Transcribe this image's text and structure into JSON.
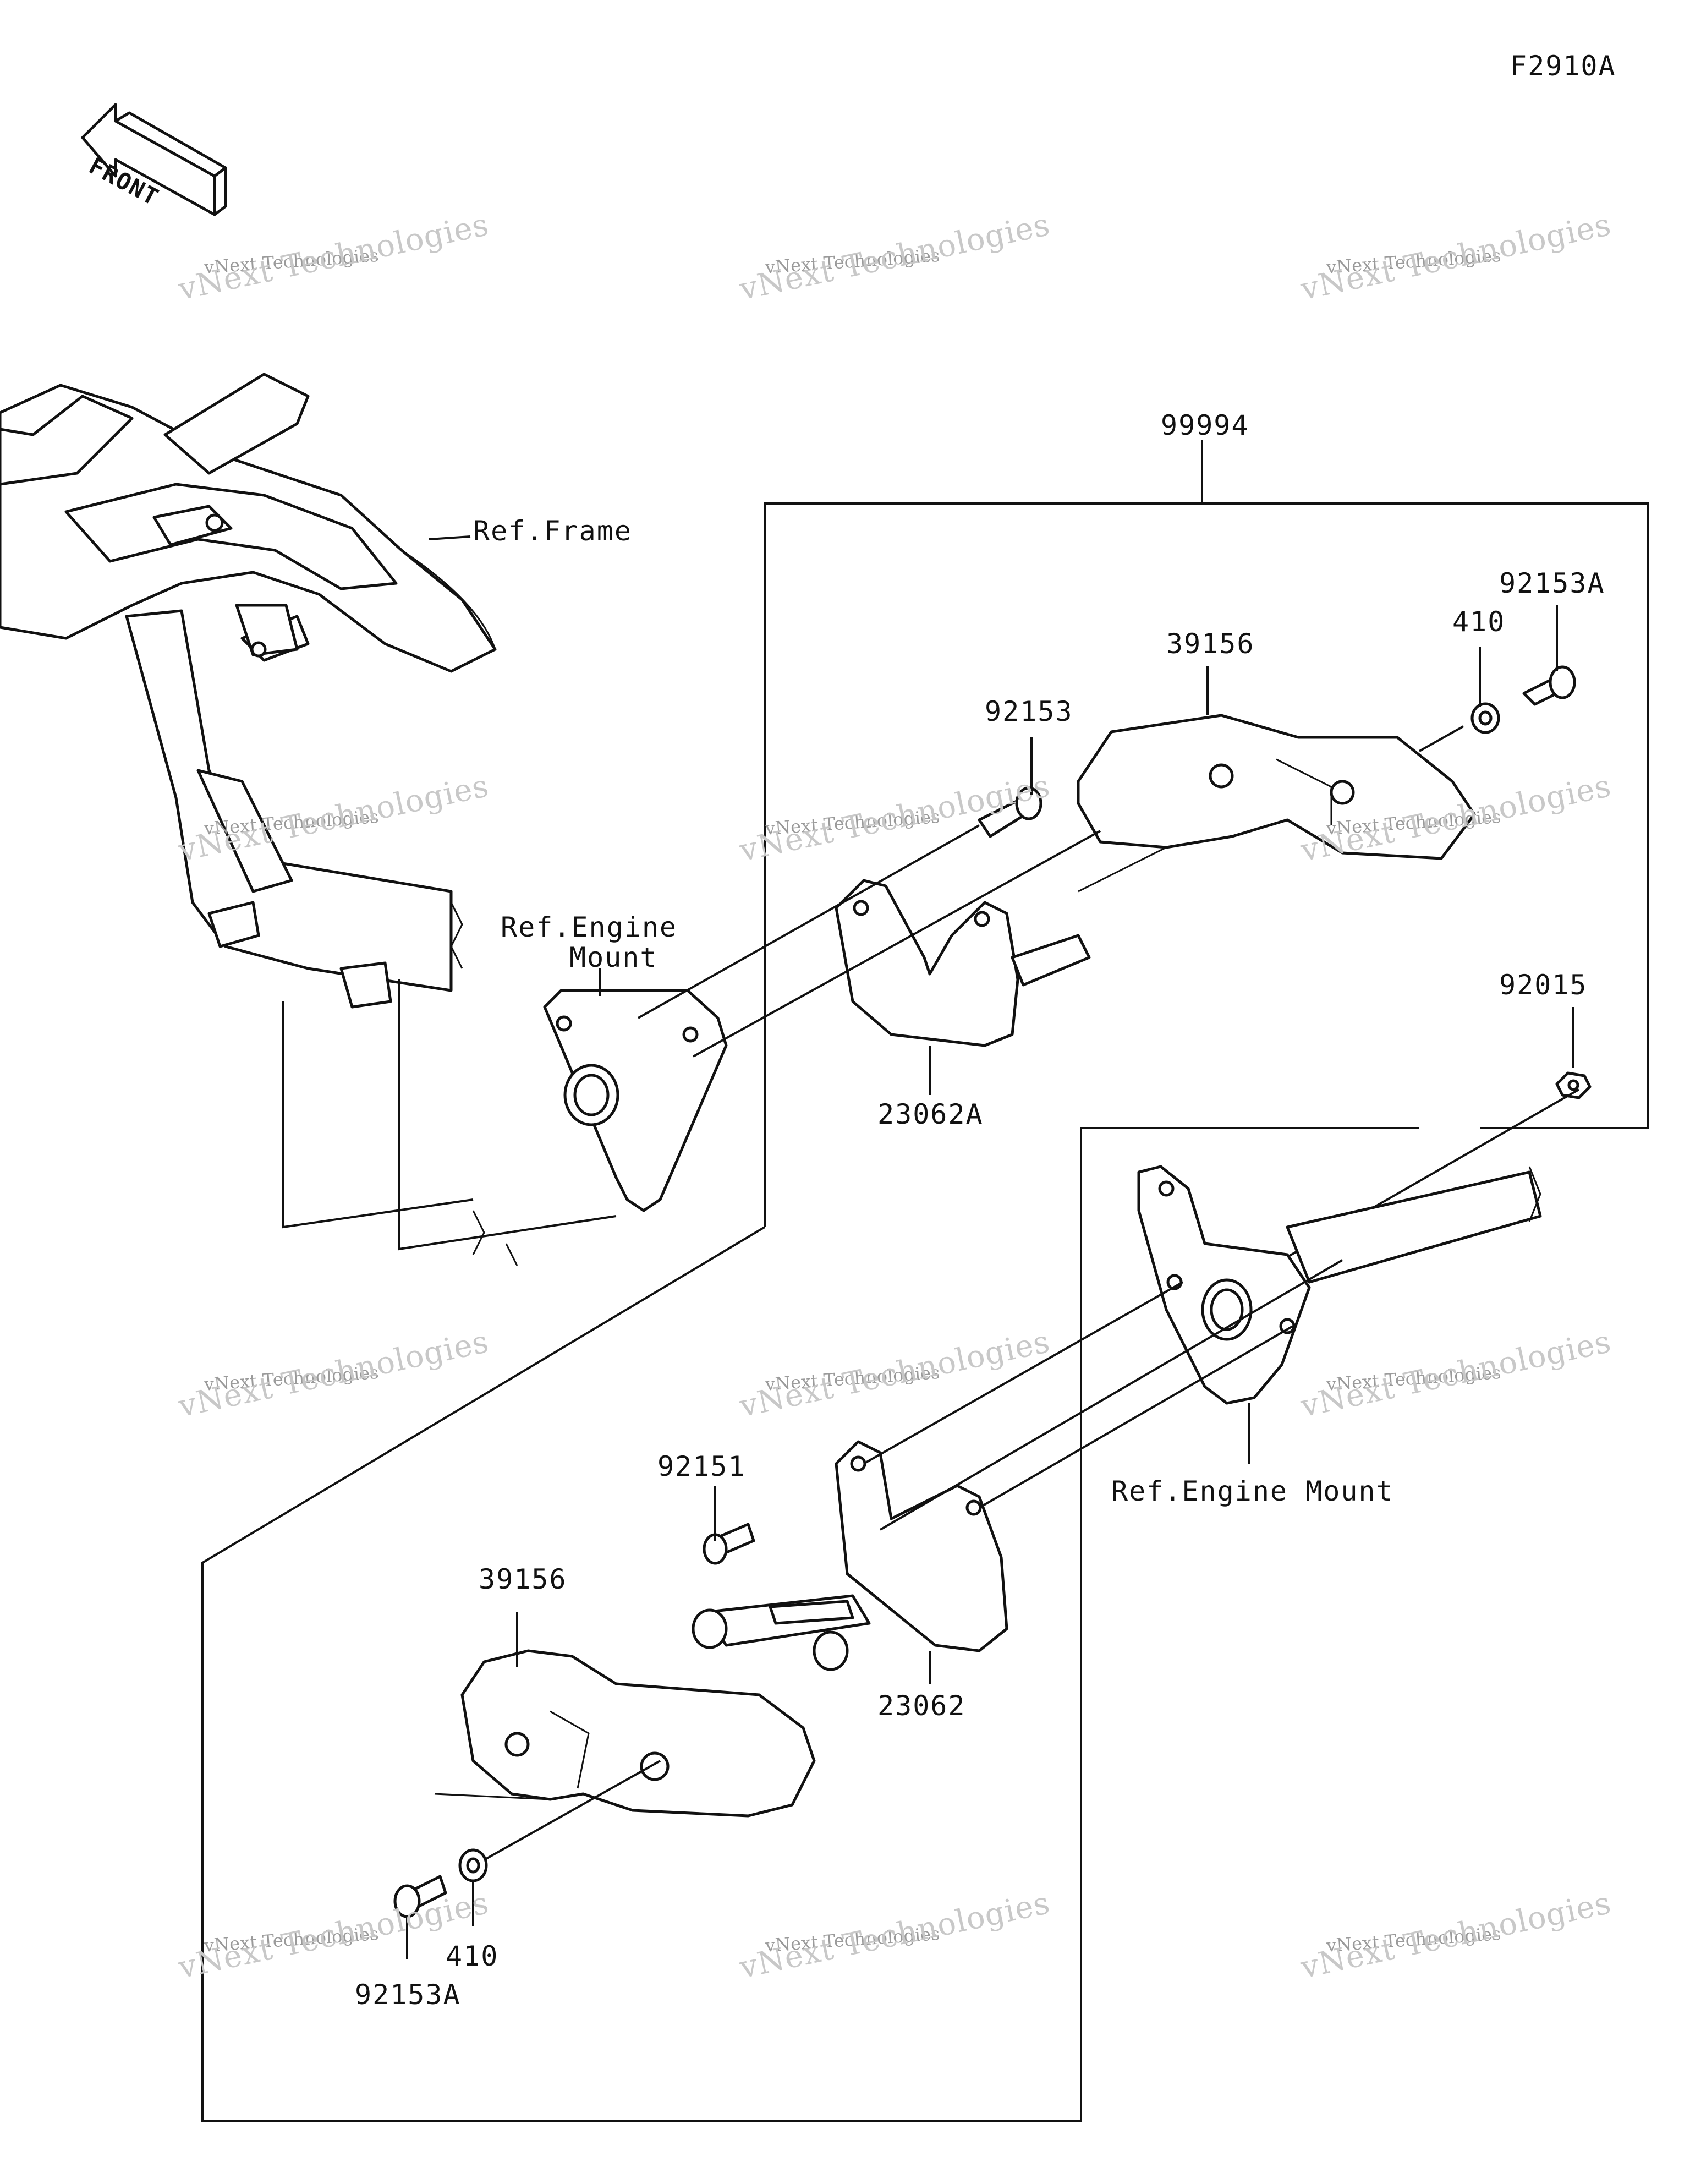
{
  "figure_id": "F2910A",
  "front_badge": "FRONT",
  "refs": {
    "frame": "Ref.Frame",
    "engine_mount_upper_line1": "Ref.Engine",
    "engine_mount_upper_line2": "Mount",
    "engine_mount_lower": "Ref.Engine Mount"
  },
  "parts": {
    "kit": "99994",
    "bolt_92153a_upper": "92153A",
    "washer_410_upper": "410",
    "slider_39156_upper": "39156",
    "bolt_92153": "92153",
    "bracket_23062a": "23062A",
    "nut_92015": "92015",
    "bolt_92151": "92151",
    "slider_39156_lower": "39156",
    "bracket_23062": "23062",
    "washer_410_lower": "410",
    "bolt_92153a_lower": "92153A"
  },
  "watermark": {
    "line1": "vNext Technologies",
    "line2": "vNext Technologies"
  }
}
